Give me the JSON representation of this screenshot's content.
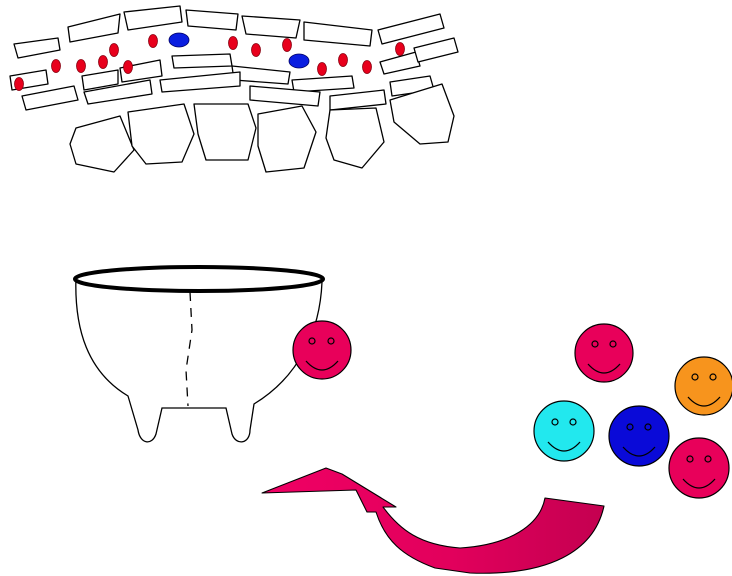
{
  "diagram": {
    "colors": {
      "outline": "#000000",
      "background": "#ffffff",
      "red_cell": "#e8001c",
      "blue_nucleus": "#0a1ee0",
      "smiley_magenta": "#e8005a",
      "smiley_orange": "#f7941d",
      "smiley_cyan": "#22e8ee",
      "smiley_blue": "#0a0ad8",
      "arrow_light": "#f00064",
      "arrow_dark": "#c40050"
    },
    "icons": {
      "tissue": "tissue-cross-section-icon",
      "vessel": "clay-pot-icon",
      "face": "smiley-face-icon",
      "arrow": "curved-arrow-icon"
    },
    "smiley_group": [
      "magenta",
      "orange",
      "cyan",
      "blue",
      "magenta"
    ]
  }
}
